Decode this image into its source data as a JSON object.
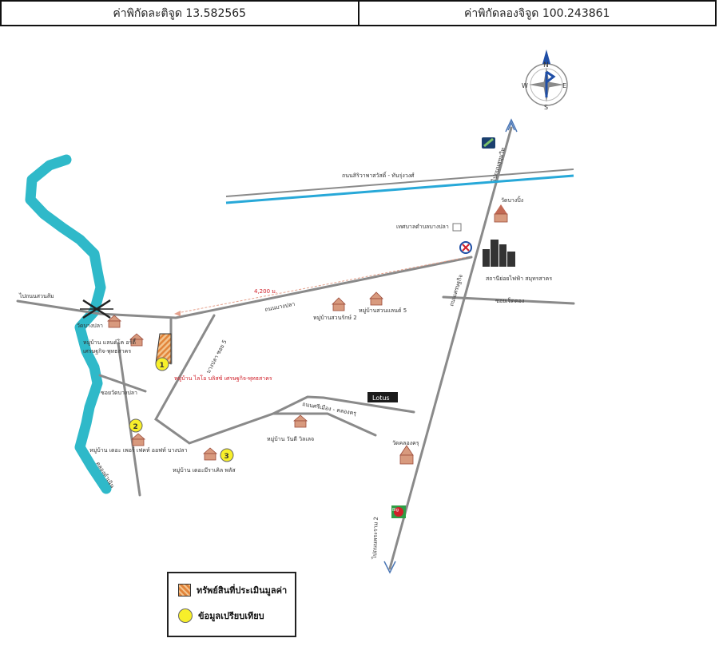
{
  "header": {
    "latitude": "ค่าพิกัดละติจูด 13.582565",
    "longitude": "ค่าพิกัดลองจิจูด 100.243861"
  },
  "compass": {
    "n": "N",
    "e": "E",
    "s": "S",
    "w": "W"
  },
  "labels": {
    "road_sukhumvit_top": "ไปถนนสุขุมวิท",
    "road_bangpla_sign": "ถนนเศรษฐกิจ",
    "road_kanchanaphisek": "ถนนสิริวาพาสวัสดิ์ - ทันรุ่งวงศ์",
    "tessaban": "เทศบาลตำบลบางปลา",
    "wat_bangping": "วัดบางปิ้ง",
    "power_station": "สถานีย่อยไฟฟ้า สมุทรสาคร",
    "soi_jetsadon": "ซอยเจ็ดตอง",
    "to_suansom": "ไปถนนสวนส้ม",
    "distance": "4,200 ม.",
    "road_bangpla": "ถนนบางปลา",
    "vill_suanrak": "หมู่บ้านสวนรักษ์ 2",
    "vill_suanlaem": "หมู่บ้านสวนแลนด์ 5",
    "wat_bangpla": "วัดบางปลา",
    "vill_landco_1": "หมู่บ้าน แลนด์โค อร์ตี้",
    "vill_landco_2": "เศรษฐกิจ-พุทธสาคร",
    "soi_bangpla5": "บางปลา ซอย 5",
    "subject_property": "หมู่บ้าน ไลโอ บลิสซ์ เศรษฐกิจ-พุทธสาคร",
    "soi_wat_bangpla": "ซอยวัดบางปลา",
    "road_khlongkhru": "ถนนศรีเมือง - คลองครุ",
    "lotus": "Lotus",
    "vill_wanthit": "หมู่บ้าน วันดี วิลเลจ",
    "wat_khlongkhru": "วัดคลองครุ",
    "vill_perfect": "หมู่บ้าน เดอะ เพอร์ เฟคท์ ออฟท์ บางปลา",
    "vill_marina": "หมู่บ้าน เดอะมีราเคิล พลัส",
    "river": "คลองดำเนิน",
    "to_phetkasem": "ไปถนนพระราม 2",
    "big_c": "Big",
    "marker_1": "1",
    "marker_2": "2",
    "marker_3": "3"
  },
  "legend": {
    "subject_label": "ทรัพย์สินที่ประเมินมูลค่า",
    "comparable_label": "ข้อมูลเปรียบเทียบ"
  },
  "colors": {
    "river": "#2fb9c9",
    "road": "#8a8a8a",
    "canal_road": "#27a8d8",
    "subject_hatch": "#e2843a",
    "comparable": "#f7ef2a",
    "lotus_label": "#d0202a"
  }
}
